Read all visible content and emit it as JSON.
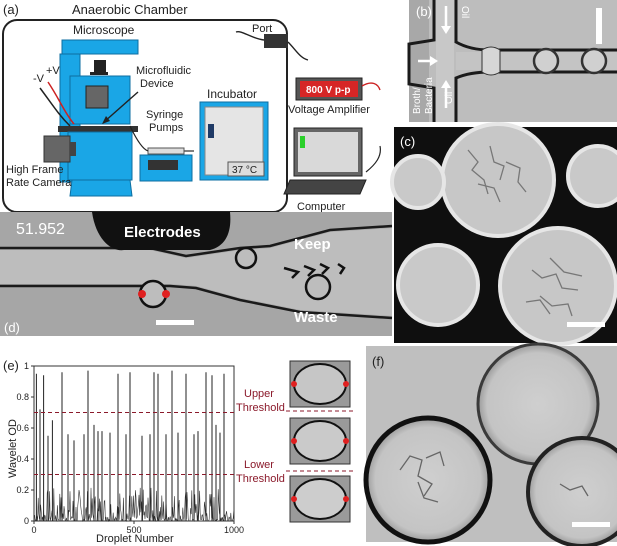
{
  "panels": {
    "a": {
      "label": "(a)",
      "chamber_title": "Anaerobic Chamber",
      "microscope": "Microscope",
      "neg_v": "-V",
      "pos_v": "+V",
      "microfluidic": "Microfluidic",
      "device": "Device",
      "port": "Port",
      "incubator": "Incubator",
      "incubator_temp": "37 °C",
      "syringe": "Syringe",
      "pumps": "Pumps",
      "amp_display": "800 V p-p",
      "amp_label": "Voltage Amplifier",
      "camera_1": "High Frame",
      "camera_2": "Rate Camera",
      "computer": "Computer"
    },
    "b": {
      "label": "(b)",
      "oil_top": "Oil",
      "oil_bottom": "Oil",
      "broth_1": "Broth/",
      "broth_2": "Bacteria"
    },
    "c": {
      "label": "(c)"
    },
    "d": {
      "label": "(d)",
      "counter": "51.952",
      "electrodes": "Electrodes",
      "keep": "Keep",
      "waste": "Waste"
    },
    "e": {
      "label": "(e)",
      "upper_1": "Upper",
      "upper_2": "Threshold",
      "lower_1": "Lower",
      "lower_2": "Threshold"
    },
    "f": {
      "label": "(f)"
    }
  },
  "chart_data": {
    "type": "line",
    "xlabel": "Droplet Number",
    "ylabel": "Wavelet OD",
    "xlim": [
      0,
      1000
    ],
    "ylim": [
      0,
      1
    ],
    "xticks": [
      0,
      500,
      1000
    ],
    "yticks": [
      0,
      0.2,
      0.4,
      0.6,
      0.8,
      1
    ],
    "x_tick_labels": [
      "0",
      "500",
      "1000"
    ],
    "y_tick_labels": [
      "0",
      "0.2",
      "0.4",
      "0.6",
      "0.8",
      "1"
    ],
    "thresholds": {
      "upper": 0.7,
      "lower": 0.3
    },
    "spikes": [
      {
        "x": 12,
        "y": 0.95
      },
      {
        "x": 30,
        "y": 0.72
      },
      {
        "x": 48,
        "y": 0.94
      },
      {
        "x": 70,
        "y": 0.55
      },
      {
        "x": 92,
        "y": 0.65
      },
      {
        "x": 140,
        "y": 0.96
      },
      {
        "x": 170,
        "y": 0.56
      },
      {
        "x": 200,
        "y": 0.52
      },
      {
        "x": 250,
        "y": 0.56
      },
      {
        "x": 270,
        "y": 0.97
      },
      {
        "x": 300,
        "y": 0.62
      },
      {
        "x": 320,
        "y": 0.58
      },
      {
        "x": 340,
        "y": 0.58
      },
      {
        "x": 380,
        "y": 0.57
      },
      {
        "x": 420,
        "y": 0.95
      },
      {
        "x": 460,
        "y": 0.56
      },
      {
        "x": 480,
        "y": 0.96
      },
      {
        "x": 540,
        "y": 0.55
      },
      {
        "x": 580,
        "y": 0.56
      },
      {
        "x": 600,
        "y": 0.96
      },
      {
        "x": 620,
        "y": 0.95
      },
      {
        "x": 660,
        "y": 0.56
      },
      {
        "x": 690,
        "y": 0.97
      },
      {
        "x": 720,
        "y": 0.57
      },
      {
        "x": 760,
        "y": 0.95
      },
      {
        "x": 800,
        "y": 0.56
      },
      {
        "x": 820,
        "y": 0.58
      },
      {
        "x": 860,
        "y": 0.96
      },
      {
        "x": 890,
        "y": 0.94
      },
      {
        "x": 910,
        "y": 0.62
      },
      {
        "x": 930,
        "y": 0.57
      },
      {
        "x": 950,
        "y": 0.95
      }
    ]
  },
  "colors": {
    "accent_red": "#8b1a2b",
    "device_blue": "#1aa6e6",
    "dot_red": "#e02020"
  }
}
